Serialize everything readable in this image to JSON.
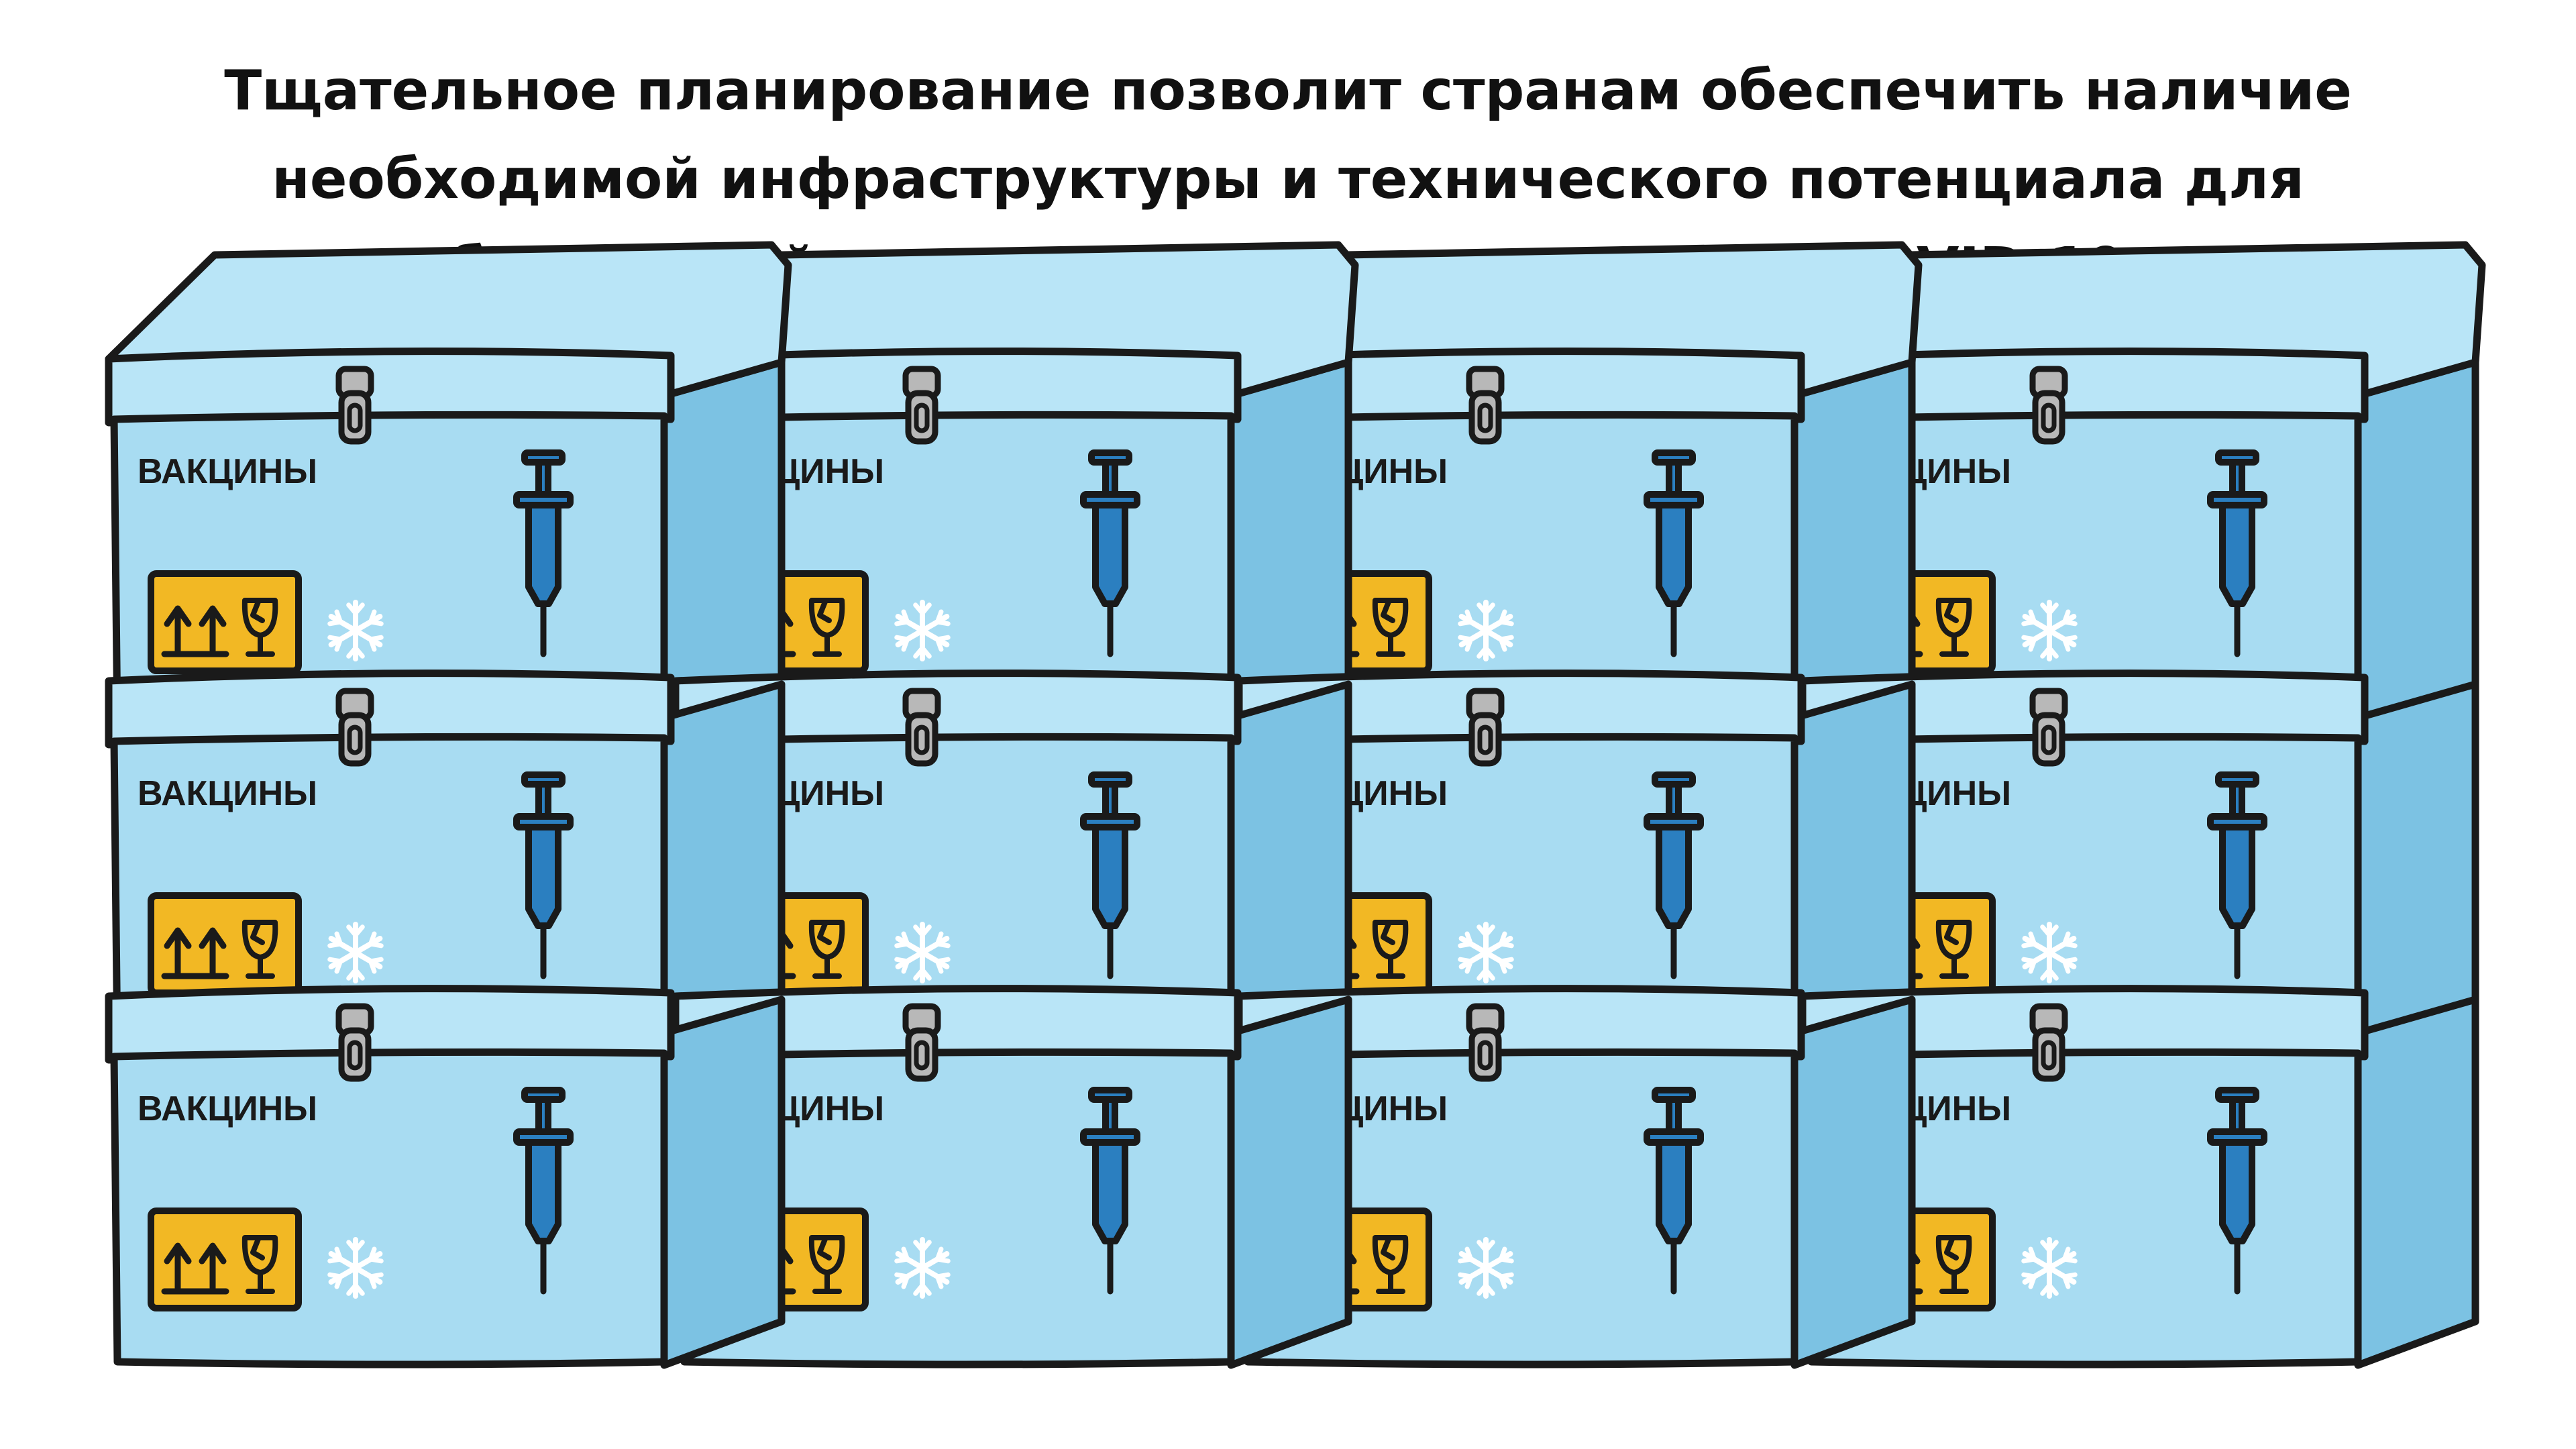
{
  "title": {
    "line1": "Тщательное планирование позволит странам обеспечить наличие",
    "line2": "необходимой инфраструктуры и технического потенциала для",
    "line3": "безопасной вакцинации населения против COVID-19"
  },
  "box_label": "ВАКЦИНЫ",
  "grid": {
    "columns": 4,
    "rows": 3
  },
  "colors": {
    "box_front": "#a8dcf2",
    "box_top": "#b9e5f7",
    "box_side": "#7cc2e3",
    "outline": "#1a1a1a",
    "syringe": "#2b7fc0",
    "label_bg": "#f2b824",
    "latch": "#b8b8b8",
    "snowflake": "#ffffff"
  },
  "icons": [
    "latch-icon",
    "syringe-icon",
    "fragile-handling-label-icon",
    "snowflake-icon"
  ]
}
